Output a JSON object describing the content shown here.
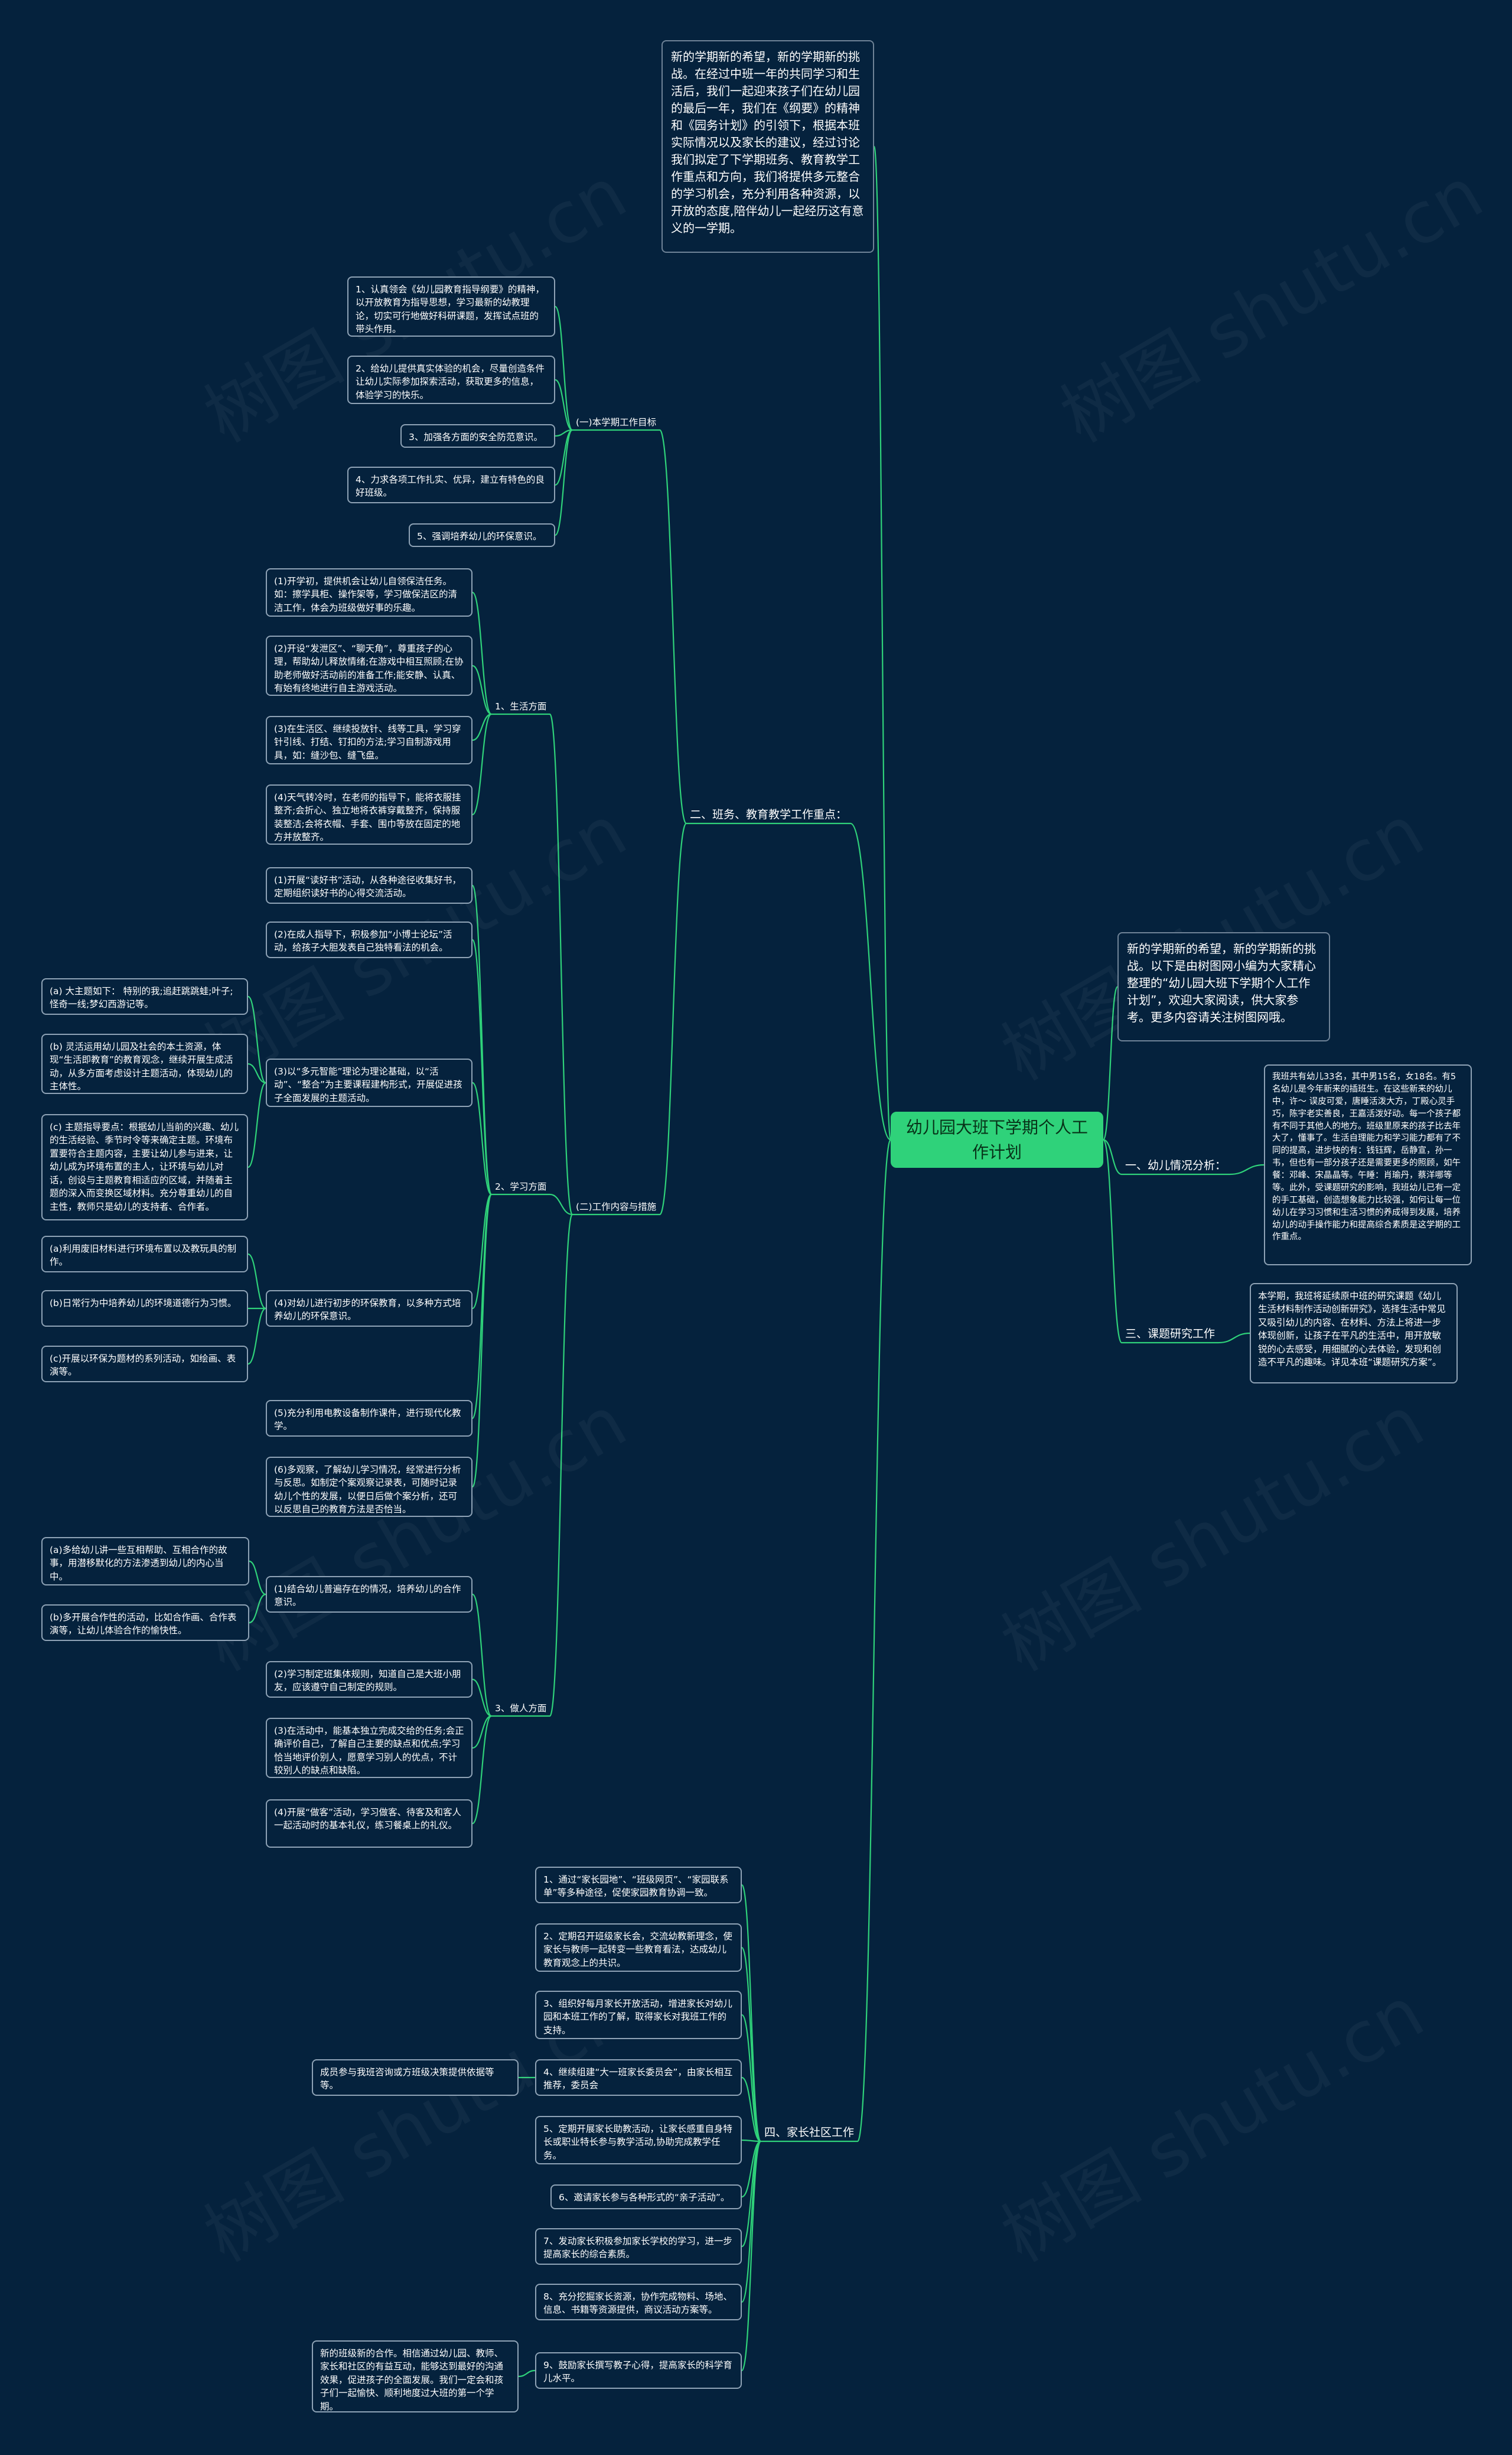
{
  "root": "幼儿园大班下学期个人工作计划",
  "intro_top": "新的学期新的希望，新的学期新的挑战。在经过中班一年的共同学习和生活后，我们一起迎来孩子们在幼儿园的最后一年，我们在《纲要》的精神和《园务计划》的引领下，根据本班实际情况以及家长的建议，经过讨论我们拟定了下学期班务、教育教学工作重点和方向，我们将提供多元整合的学习机会，充分利用各种资源，以开放的态度,陪伴幼儿一起经历这有意义的一学期。",
  "intro_right": "新的学期新的希望，新的学期新的挑战。以下是由树图网小编为大家精心整理的“幼儿园大班下学期个人工作计划”，欢迎大家阅读，供大家参考。更多内容请关注树图网哦。",
  "sec1": {
    "label": "一、幼儿情况分析：",
    "text": "我班共有幼儿33名，其中男15名，女18名。有5名幼儿是今年新来的插班生。在这些新来的幼儿中，许～ 误皮可爱，唐睡活泼大方，丁殿心灵手巧，陈宇老实善良，王嘉活泼好动。每一个孩子都有不同于其他人的地方。班级里原来的孩子比去年大了，懂事了。生活自理能力和学习能力都有了不同的提高，进步快的有：钱钰辉，岳静宣，孙一韦，但也有一部分孩子还是需要更多的照顾，如午餐：邓峰、宋晶晶等。午睡：肖瑜丹，蔡洋哪等等。此外，受课题研究的影响，我班幼儿已有一定的手工基础，创造想象能力比较强，如何让每一位幼儿在学习习惯和生活习惯的养成得到发展，培养幼儿的动手操作能力和提高综合素质是这学期的工作重点。"
  },
  "sec2": {
    "label": "二、班务、教育教学工作重点：",
    "goals": {
      "label": "(一)本学期工作目标",
      "items": [
        "1、认真领会《幼儿园教育指导纲要》的精神，以开放教育为指导思想，学习最新的幼教理论，切实可行地做好科研课题，发挥试点班的带头作用。",
        "2、给幼儿提供真实体验的机会，尽量创造条件让幼儿实际参加探索活动，获取更多的信息，体验学习的快乐。",
        "3、加强各方面的安全防范意识。",
        "4、力求各项工作扎实、优异，建立有特色的良好班级。",
        "5、强调培养幼儿的环保意识。"
      ]
    },
    "content": {
      "label": "(二)工作内容与措施",
      "life": {
        "label": "1、生活方面",
        "items": [
          "(1)开学初，提供机会让幼儿自领保洁任务。如：擦学具柜、操作架等，学习做保洁区的清洁工作，体会为班级做好事的乐趣。",
          "(2)开设“发泄区”、“聊天角”，尊重孩子的心理，帮助幼儿释放情绪;在游戏中相互照顾;在协助老师做好活动前的准备工作;能安静、认真、有始有终地进行自主游戏活动。",
          "(3)在生活区、继续投放针、线等工具，学习穿针引线、打结、钉扣的方法;学习自制游戏用具，如：缝沙包、缝飞盘。",
          "(4)天气转冷时，在老师的指导下，能将衣服挂整齐;会折心、独立地将衣裤穿戴整齐，保持服装整洁;会将衣帽、手套、围巾等放在固定的地方并放整齐。"
        ]
      },
      "study": {
        "label": "2、学习方面",
        "items": [
          "(1)开展“读好书”活动，从各种途径收集好书，定期组织读好书的心得交流活动。",
          "(2)在成人指导下，积极参加“小博士论坛”活动，给孩子大胆发表自己独特看法的机会。",
          "(3)以“多元智能”理论为理论基础，以“活动”、“整合”为主要课程建构形式，开展促进孩子全面发展的主题活动。",
          "(4)对幼儿进行初步的环保教育，以多种方式培养幼儿的环保意识。",
          "(5)充分利用电教设备制作课件，进行现代化教学。",
          "(6)多观察，了解幼儿学习情况，经常进行分析与反思。如制定个案观察记录表，可随时记录幼儿个性的发展，以便日后做个案分析，还可以反思自己的教育方法是否恰当。"
        ],
        "sub3": [
          "(a) 大主题如下： 特别的我;追赶跳跳蛙;叶子;怪奇一线;梦幻西游记等。",
          "(b) 灵活运用幼儿园及社会的本土资源，体现“生活即教育”的教育观念，继续开展生成活动，从多方面考虑设计主题活动，体现幼儿的主体性。",
          "(c) 主题指导要点：根据幼儿当前的兴趣、幼儿的生活经验、季节时令等来确定主题。环境布置要符合主题内容，主要让幼儿参与进来，让幼儿成为环境布置的主人，让环境与幼儿对话，创设与主题教育相适应的区域，并随着主题的深入而变换区域材料。充分尊重幼儿的自主性，教师只是幼儿的支持者、合作者。"
        ],
        "sub4": [
          "(a)利用废旧材料进行环境布置以及教玩具的制作。",
          "(b)日常行为中培养幼儿的环境道德行为习惯。",
          "(c)开展以环保为题材的系列活动，如绘画、表演等。"
        ]
      },
      "person": {
        "label": "3、做人方面",
        "items": [
          "(1)结合幼儿普遍存在的情况，培养幼儿的合作意识。",
          "(2)学习制定班集体规则，知道自己是大班小朋友，应该遵守自己制定的规则。",
          "(3)在活动中，能基本独立完成交给的任务;会正确评价自己，了解自己主要的缺点和优点;学习恰当地评价别人，愿意学习别人的优点，不计较别人的缺点和缺陷。",
          "(4)开展“做客”活动，学习做客、待客及和客人一起活动时的基本礼仪，练习餐桌上的礼仪。"
        ],
        "sub1": [
          "(a)多给幼儿讲一些互相帮助、互相合作的故事，用潜移默化的方法渗透到幼儿的内心当中。",
          "(b)多开展合作性的活动，比如合作画、合作表演等，让幼儿体验合作的愉快性。"
        ]
      }
    }
  },
  "sec3": {
    "label": "三、课题研究工作",
    "text": "本学期，我班将延续原中班的研究课题《幼儿生活材料制作活动创新研究》，选择生活中常见又吸引幼儿的内容、在材料、方法上将进一步体现创新，让孩子在平凡的生活中，用开放敏锐的心去感受，用细腻的心去体验，发现和创造不平凡的趣味。详见本班“课题研究方案”。"
  },
  "sec4": {
    "label": "四、家长社区工作",
    "items": [
      "1、通过“家长园地”、“班级网页”、“家园联系单”等多种途径，促使家园教育协调一致。",
      "2、定期召开班级家长会，交流幼教新理念，使家长与教师一起转变一些教育看法，达成幼儿教育观念上的共识。",
      "3、组织好每月家长开放活动，增进家长对幼儿园和本班工作的了解，取得家长对我班工作的支持。",
      "4、继续组建“大一班家长委员会”，由家长相互推荐，委员会",
      "5、定期开展家长助教活动，让家长感重自身特长或职业特长参与教学活动,协助完成教学任务。",
      "6、邀请家长参与各种形式的“亲子活动”。",
      "7、发动家长积极参加家长学校的学习，进一步提高家长的综合素质。",
      "8、充分挖掘家长资源，协作完成物料、场地、信息、书籍等资源提供，商议活动方案等。",
      "9、鼓励家长撰写教子心得，提高家长的科学育儿水平。"
    ],
    "side4": "成员参与我班咨询或方班级决策提供依据等等。",
    "side9": "新的班级新的合作。相信通过幼儿园、教师、家长和社区的有益互动，能够达到最好的沟通效果，促进孩子的全面发展。我们一定会和孩子们一起愉快、顺利地度过大班的第一个学期。"
  },
  "watermark": "树图 shutu.cn",
  "colors": {
    "background": "#05223d",
    "root": "#2fd27a",
    "line": "#2fd27a",
    "node_border": "#8fa3b6"
  }
}
